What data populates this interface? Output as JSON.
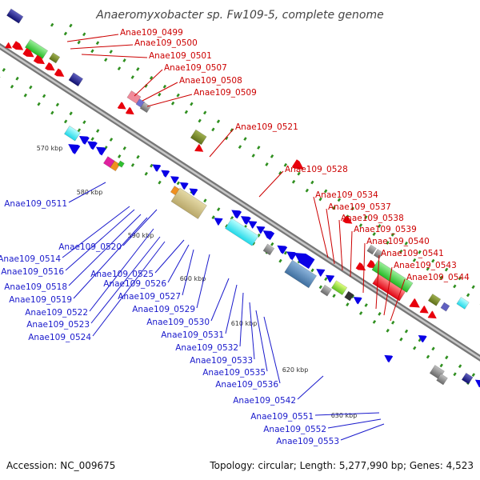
{
  "title": "Anaeromyxobacter sp. Fw109-5, complete genome",
  "accession": "Accession: NC_009675",
  "topology": "Topology: circular; Length: 5,277,990 bp; Genes: 4,523",
  "ticks": [
    "570 kbp",
    "580 kbp",
    "590 kbp",
    "600 kbp",
    "610 kbp",
    "620 kbp",
    "630 kbp"
  ],
  "labels_forward": [
    "Anae109_0499",
    "Anae109_0500",
    "Anae109_0501",
    "Anae109_0507",
    "Anae109_0508",
    "Anae109_0509",
    "Anae109_0521",
    "Anae109_0528",
    "Anae109_0534",
    "Anae109_0537",
    "Anae109_0538",
    "Anae109_0539",
    "Anae109_0540",
    "Anae109_0541",
    "Anae109_0543",
    "Anae109_0544"
  ],
  "labels_reverse": [
    "Anae109_0511",
    "Anae109_0514",
    "Anae109_0516",
    "Anae109_0518",
    "Anae109_0519",
    "Anae109_0520",
    "Anae109_0522",
    "Anae109_0523",
    "Anae109_0524",
    "Anae109_0525",
    "Anae109_0526",
    "Anae109_0527",
    "Anae109_0529",
    "Anae109_0530",
    "Anae109_0531",
    "Anae109_0532",
    "Anae109_0533",
    "Anae109_0535",
    "Anae109_0536",
    "Anae109_0542",
    "Anae109_0551",
    "Anae109_0552",
    "Anae109_0553"
  ],
  "colors": {
    "forward": "#e8000c",
    "reverse": "#0a00e6",
    "backbone": "#888888",
    "label_forward": "#cc0000",
    "label_reverse": "#1a1acc",
    "dots": "#2f8f1f"
  }
}
